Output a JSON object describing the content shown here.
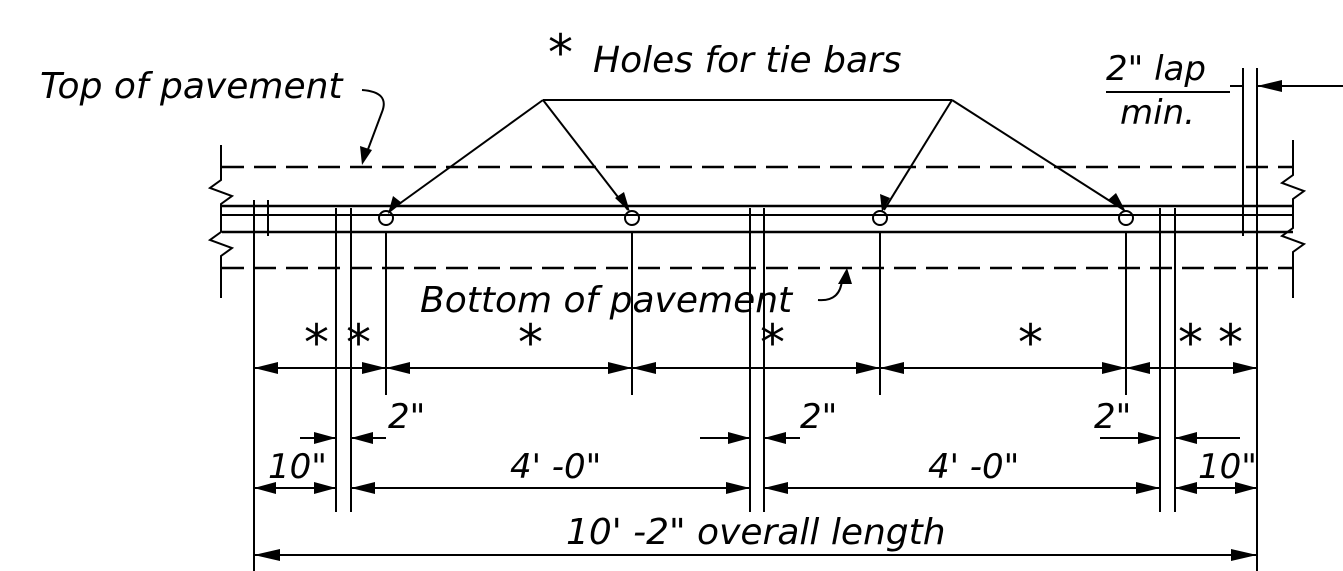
{
  "labels": {
    "holes_note": "Holes for tie bars",
    "top_of_pavement": "Top of pavement",
    "bottom_of_pavement": "Bottom of pavement",
    "lap_line1": "2\" lap",
    "lap_line2": "min.",
    "asterisk": "*",
    "dim_2in": "2\"",
    "dim_4ft": "4' -0\"",
    "dim_10in": "10\"",
    "overall": "10' -2\" overall length"
  }
}
